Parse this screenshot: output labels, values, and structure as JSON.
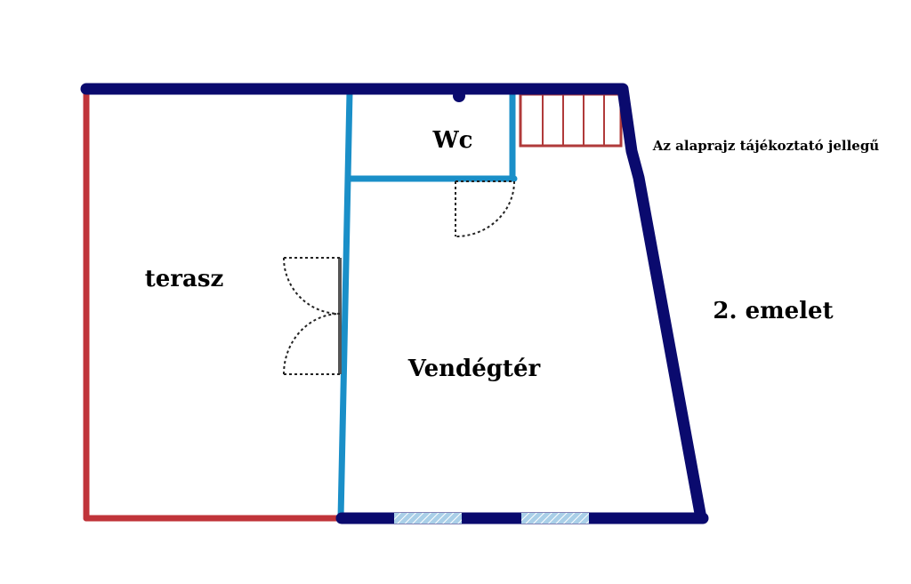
{
  "labels": {
    "wc": "Wc",
    "terrace": "terasz",
    "guest_area": "Vendégtér",
    "floor": "2. emelet",
    "note": "Az alaprajz tájékoztató jellegű"
  },
  "colors": {
    "exterior_wall": "#0a0a6e",
    "interior_wall": "#1a8fc8",
    "terrace_edge": "#c0343a",
    "stair": "#b03a3a",
    "window": "#8fbfe0",
    "door_swing": "#222222"
  },
  "icons": {
    "stairs": "stairs-icon",
    "door": "door-icon",
    "window": "window-icon"
  }
}
